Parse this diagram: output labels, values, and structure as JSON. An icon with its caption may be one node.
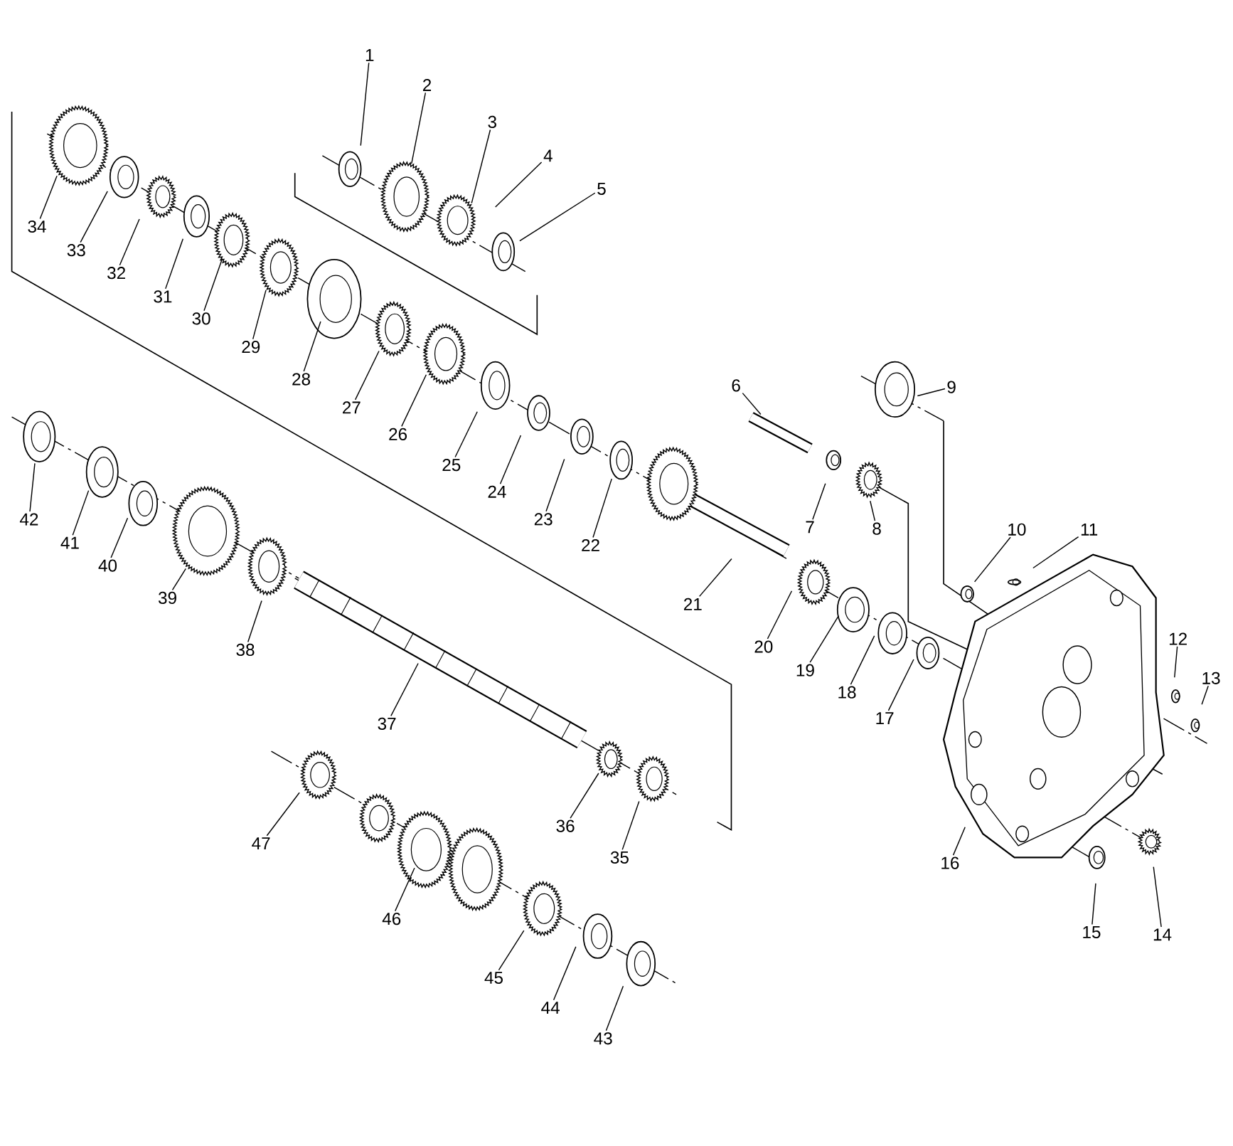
{
  "diagram": {
    "nodes": [
      {
        "text": [
          "1"
        ]
      },
      {
        "text": [
          "2"
        ]
      },
      {
        "text": [
          "3"
        ]
      },
      {
        "text": [
          "4"
        ]
      },
      {
        "text": [
          "5"
        ]
      },
      {
        "text": [
          "6"
        ]
      },
      {
        "text": [
          "7"
        ]
      },
      {
        "text": [
          "8"
        ]
      },
      {
        "text": [
          "9"
        ]
      },
      {
        "text": [
          "10"
        ]
      },
      {
        "text": [
          "11"
        ]
      },
      {
        "text": [
          "12"
        ]
      },
      {
        "text": [
          "13"
        ]
      },
      {
        "text": [
          "14"
        ]
      },
      {
        "text": [
          "15"
        ]
      },
      {
        "text": [
          "16"
        ]
      },
      {
        "text": [
          "17"
        ]
      },
      {
        "text": [
          "18"
        ]
      },
      {
        "text": [
          "19"
        ]
      },
      {
        "text": [
          "20"
        ]
      },
      {
        "text": [
          "21"
        ]
      },
      {
        "text": [
          "22"
        ]
      },
      {
        "text": [
          "23"
        ]
      },
      {
        "text": [
          "24"
        ]
      },
      {
        "text": [
          "25"
        ]
      },
      {
        "text": [
          "26"
        ]
      },
      {
        "text": [
          "27"
        ]
      },
      {
        "text": [
          "28"
        ]
      },
      {
        "text": [
          "29"
        ]
      },
      {
        "text": [
          "30"
        ]
      },
      {
        "text": [
          "31"
        ]
      },
      {
        "text": [
          "32"
        ]
      },
      {
        "text": [
          "33"
        ]
      },
      {
        "text": [
          "34"
        ]
      },
      {
        "text": [
          "35"
        ]
      },
      {
        "text": [
          "36"
        ]
      },
      {
        "text": [
          "37"
        ]
      },
      {
        "text": [
          "38"
        ]
      },
      {
        "text": [
          "39"
        ]
      },
      {
        "text": [
          "40"
        ]
      },
      {
        "text": [
          "41"
        ]
      },
      {
        "text": [
          "42"
        ]
      },
      {
        "text": [
          "43"
        ]
      },
      {
        "text": [
          "44"
        ]
      },
      {
        "text": [
          "45"
        ]
      },
      {
        "text": [
          "46"
        ]
      },
      {
        "text": [
          "47"
        ]
      }
    ],
    "edges": [
      {
        "from": 0,
        "to": null,
        "arrow": "none"
      },
      {
        "from": 1,
        "to": null,
        "arrow": "none"
      },
      {
        "from": 2,
        "to": null,
        "arrow": "none"
      },
      {
        "from": 3,
        "to": null,
        "arrow": "none"
      },
      {
        "from": 4,
        "to": null,
        "arrow": "none"
      },
      {
        "from": 5,
        "to": null,
        "arrow": "none"
      },
      {
        "from": 6,
        "to": null,
        "arrow": "none"
      },
      {
        "from": 7,
        "to": null,
        "arrow": "none"
      },
      {
        "from": 8,
        "to": null,
        "arrow": "none"
      },
      {
        "from": 9,
        "to": null,
        "arrow": "none"
      },
      {
        "from": 10,
        "to": null,
        "arrow": "none"
      },
      {
        "from": 11,
        "to": null,
        "arrow": "none"
      },
      {
        "from": 12,
        "to": null,
        "arrow": "none"
      },
      {
        "from": 13,
        "to": null,
        "arrow": "none"
      },
      {
        "from": 14,
        "to": null,
        "arrow": "none"
      },
      {
        "from": 15,
        "to": null,
        "arrow": "none"
      },
      {
        "from": 16,
        "to": null,
        "arrow": "none"
      },
      {
        "from": 17,
        "to": null,
        "arrow": "none"
      },
      {
        "from": 18,
        "to": null,
        "arrow": "none"
      },
      {
        "from": 19,
        "to": null,
        "arrow": "none"
      },
      {
        "from": 20,
        "to": null,
        "arrow": "none"
      },
      {
        "from": 21,
        "to": null,
        "arrow": "none"
      },
      {
        "from": 22,
        "to": null,
        "arrow": "none"
      },
      {
        "from": 23,
        "to": null,
        "arrow": "none"
      },
      {
        "from": 24,
        "to": null,
        "arrow": "none"
      },
      {
        "from": 25,
        "to": null,
        "arrow": "none"
      },
      {
        "from": 26,
        "to": null,
        "arrow": "none"
      },
      {
        "from": 27,
        "to": null,
        "arrow": "none"
      },
      {
        "from": 28,
        "to": null,
        "arrow": "none"
      },
      {
        "from": 29,
        "to": null,
        "arrow": "none"
      },
      {
        "from": 30,
        "to": null,
        "arrow": "none"
      },
      {
        "from": 31,
        "to": null,
        "arrow": "none"
      },
      {
        "from": 32,
        "to": null,
        "arrow": "none"
      },
      {
        "from": 33,
        "to": null,
        "arrow": "none"
      },
      {
        "from": 34,
        "to": null,
        "arrow": "none"
      },
      {
        "from": 35,
        "to": null,
        "arrow": "none"
      },
      {
        "from": 36,
        "to": null,
        "arrow": "none"
      },
      {
        "from": 37,
        "to": null,
        "arrow": "none"
      },
      {
        "from": 38,
        "to": null,
        "arrow": "none"
      },
      {
        "from": 39,
        "to": null,
        "arrow": "none"
      },
      {
        "from": 40,
        "to": null,
        "arrow": "none"
      },
      {
        "from": 41,
        "to": null,
        "arrow": "none"
      },
      {
        "from": 42,
        "to": null,
        "arrow": "none"
      },
      {
        "from": 43,
        "to": null,
        "arrow": "none"
      },
      {
        "from": 44,
        "to": null,
        "arrow": "none"
      },
      {
        "from": 45,
        "to": null,
        "arrow": "none"
      },
      {
        "from": 46,
        "to": null,
        "arrow": "none"
      }
    ]
  }
}
